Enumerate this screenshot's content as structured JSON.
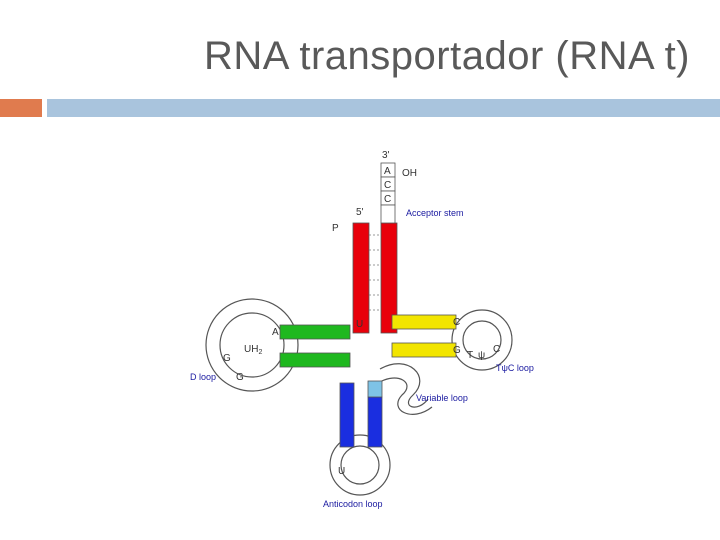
{
  "slide": {
    "title": "RNA transportador (RNA t)"
  },
  "colors": {
    "accent_orange": "#e07b4e",
    "accent_blue": "#a9c4dd",
    "acceptor_stem": "#e8000b",
    "d_arm": "#1fb81f",
    "tpsic_arm": "#f2e500",
    "anticodon_arm": "#1a2ee0",
    "variable_loop": "#7ec3e6"
  },
  "diagram": {
    "end_3prime": "3'",
    "end_5prime": "5'",
    "oh_label": "OH",
    "p_label": "P",
    "cca_bases": [
      "A",
      "C",
      "C"
    ],
    "labels": {
      "acceptor_stem": "Acceptor stem",
      "d_loop": "D loop",
      "tpsic_loop": "TψC loop",
      "variable_loop": "Variable loop",
      "anticodon_loop": "Anticodon loop"
    },
    "bases": {
      "u_acceptor": "U",
      "a_d_arm": "A",
      "uh2": "UH",
      "uh2_sub": "2",
      "g1_d_loop": "G",
      "g2_d_loop": "G",
      "c_tpsic_stem": "C",
      "g_tpsic_stem": "G",
      "t_tpsic_loop": "T",
      "psi_tpsic_loop": "ψ",
      "c_tpsic_loop": "C",
      "u_anticodon": "U"
    }
  }
}
